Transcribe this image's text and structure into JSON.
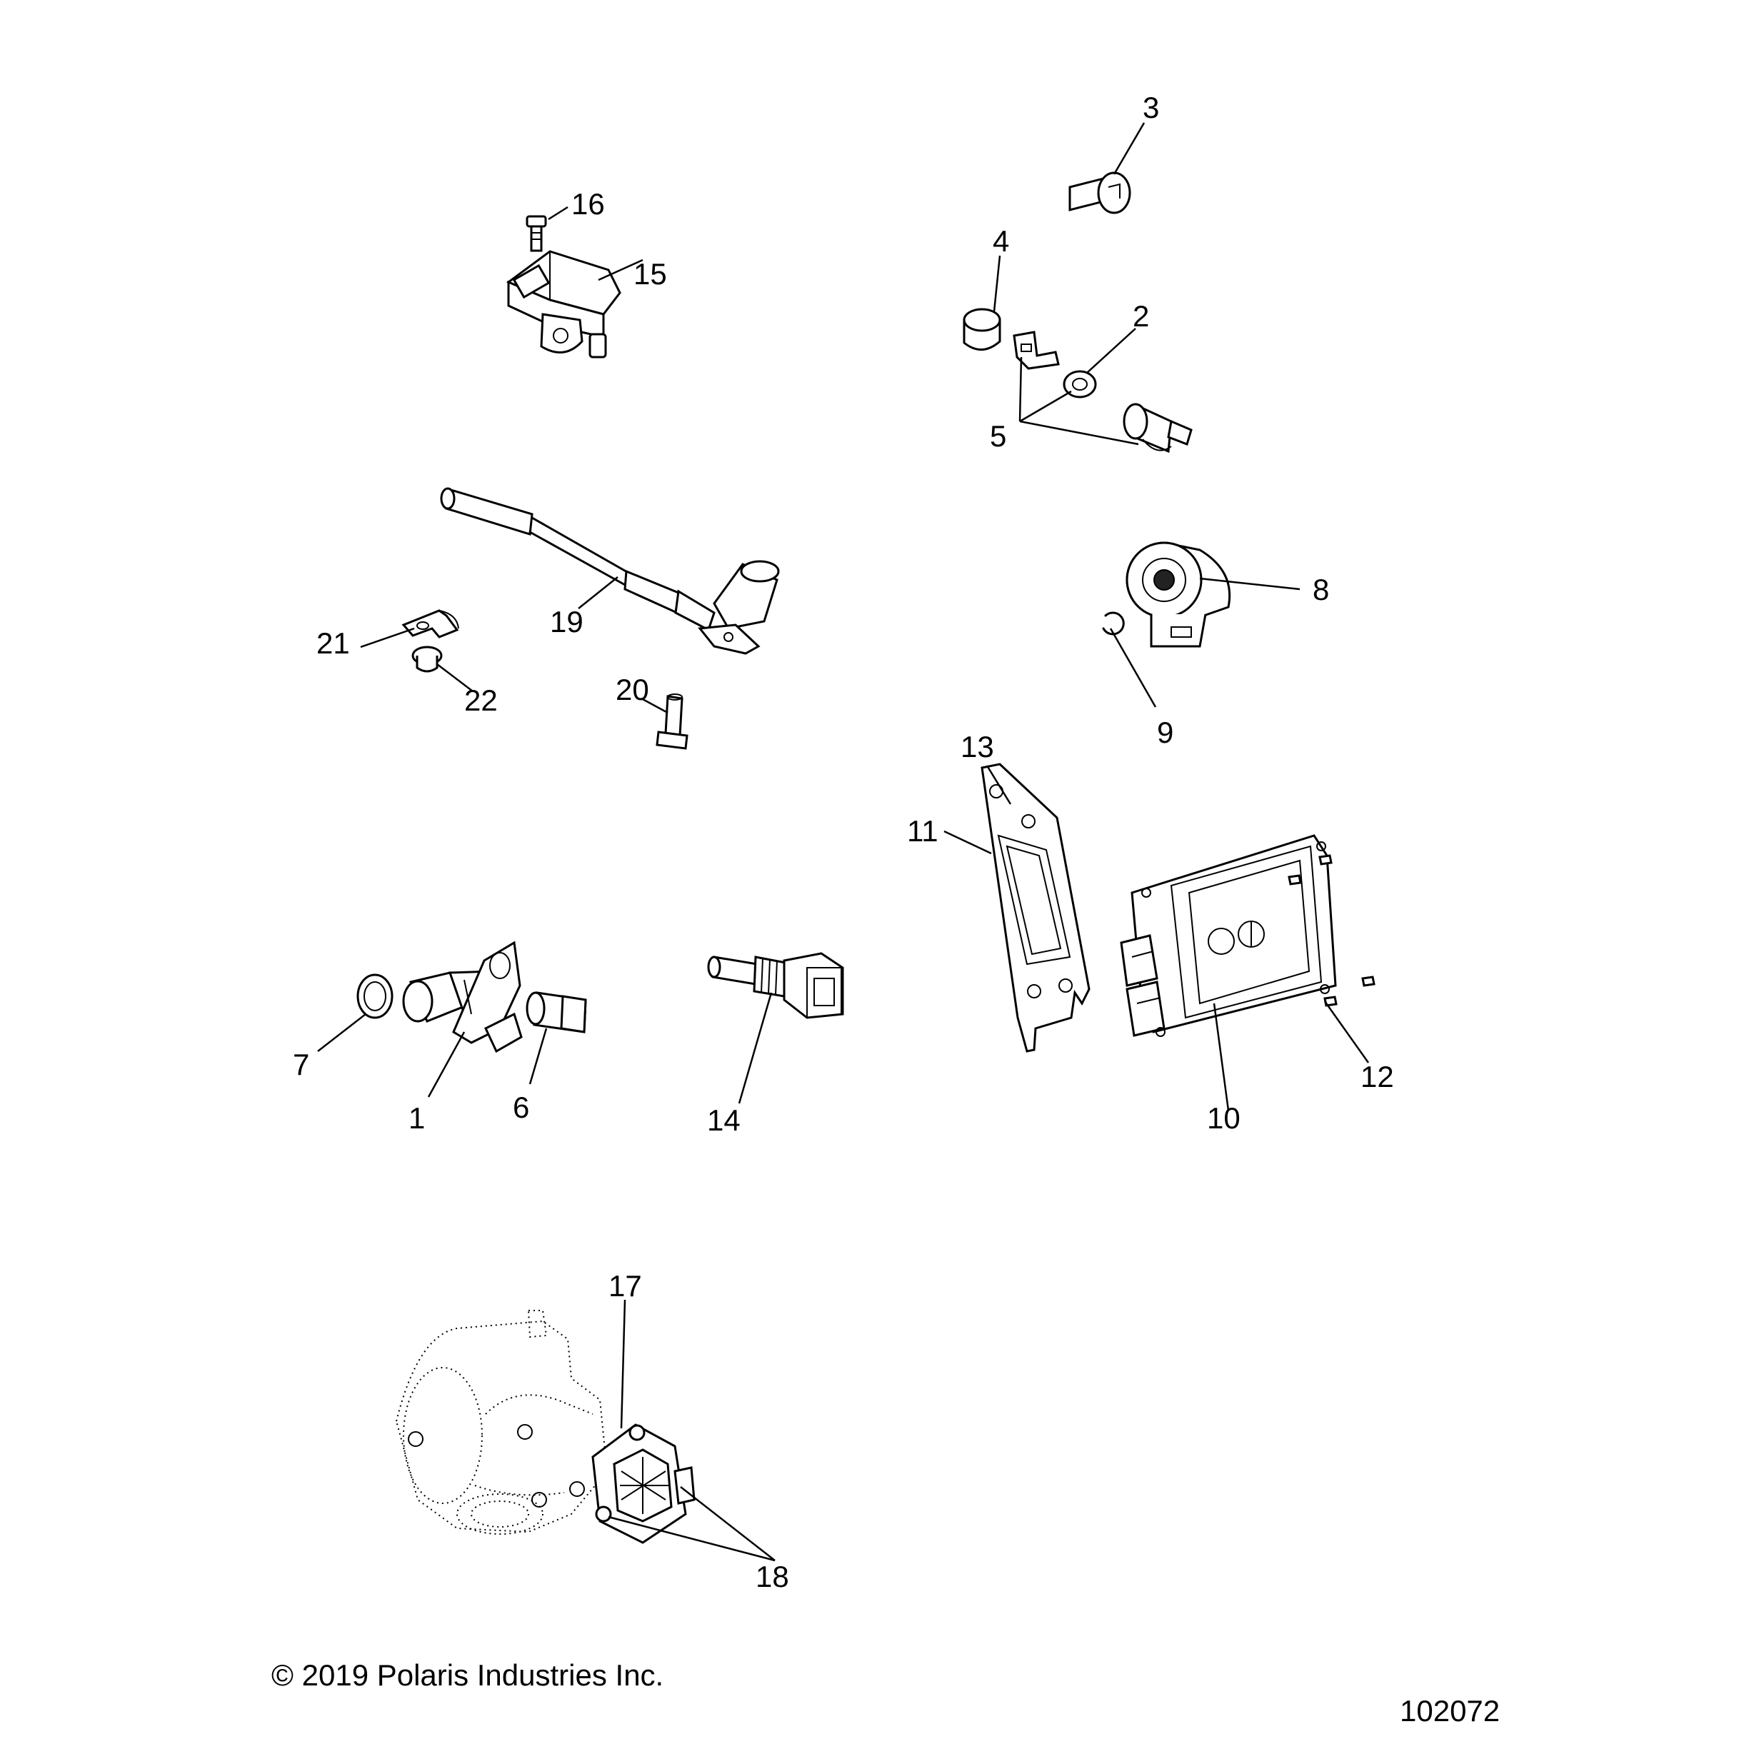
{
  "callouts": {
    "c1": "1",
    "c2": "2",
    "c3": "3",
    "c4": "4",
    "c5": "5",
    "c6": "6",
    "c7": "7",
    "c8": "8",
    "c9": "9",
    "c10": "10",
    "c11": "11",
    "c12": "12",
    "c13": "13",
    "c14": "14",
    "c15": "15",
    "c16": "16",
    "c17": "17",
    "c18": "18",
    "c19": "19",
    "c20": "20",
    "c21": "21",
    "c22": "22"
  },
  "footer": {
    "copyright": "© 2019 Polaris Industries Inc.",
    "figure_number": "102072"
  }
}
